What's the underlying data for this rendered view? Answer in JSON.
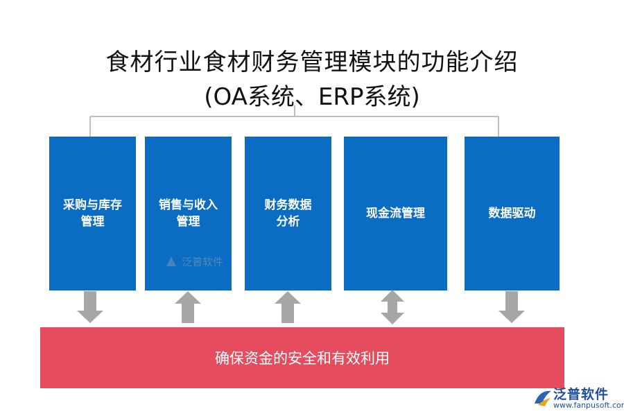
{
  "title": {
    "line1": "食材行业食材财务管理模块的功能介绍",
    "line2": "(OA系统、ERP系统)"
  },
  "modules": [
    {
      "label": "采购与库存\n管理",
      "arrow": "down"
    },
    {
      "label": "销售与收入\n管理",
      "arrow": "up"
    },
    {
      "label": "财务数据\n分析",
      "arrow": "up"
    },
    {
      "label": "现金流管理",
      "arrow": "both"
    },
    {
      "label": "数据驱动",
      "arrow": "down"
    }
  ],
  "banner": {
    "text": "确保资金的安全和有效利用"
  },
  "watermark": {
    "text": "泛普软件"
  },
  "footer": {
    "brand": "泛普软件",
    "url": "www.fanpusoft.com"
  },
  "colors": {
    "module_fill": "#0a6cc2",
    "banner_fill": "#e54c5e",
    "arrow_fill": "#a6a6a6",
    "connector": "#bfbfbf"
  }
}
